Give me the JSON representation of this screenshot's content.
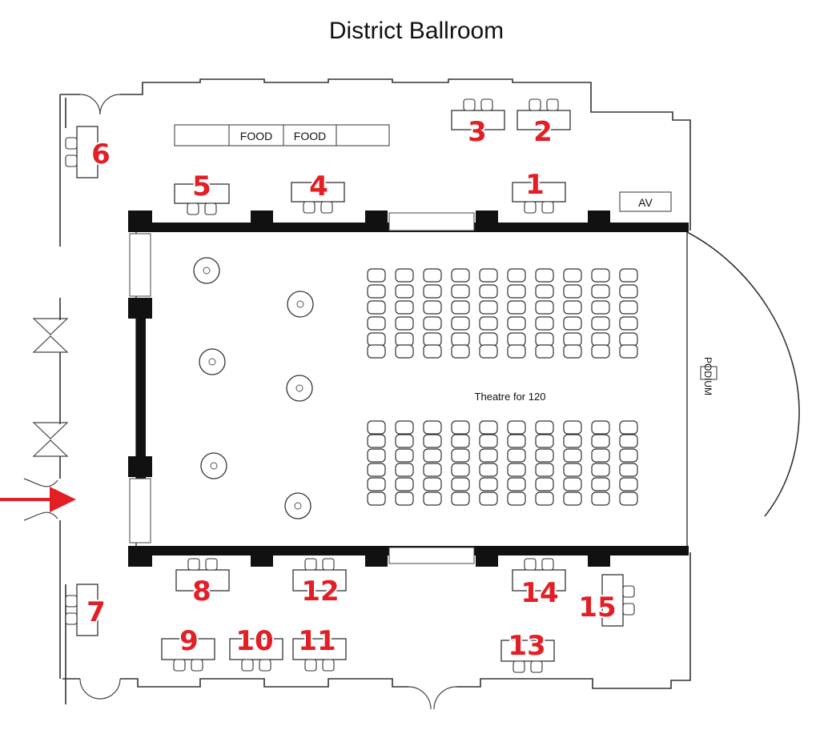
{
  "title": "District Ballroom",
  "labels": {
    "food_1": "FOOD",
    "food_2": "FOOD",
    "av": "AV",
    "podium": "PODIUM",
    "theatre": "Theatre for 120"
  },
  "tables": [
    "1",
    "2",
    "3",
    "4",
    "5",
    "6",
    "7",
    "8",
    "9",
    "10",
    "11",
    "12",
    "13",
    "14",
    "15"
  ],
  "colors": {
    "table_number": "#e31e24",
    "pillar": "#111111",
    "arrow": "#e31e24"
  }
}
